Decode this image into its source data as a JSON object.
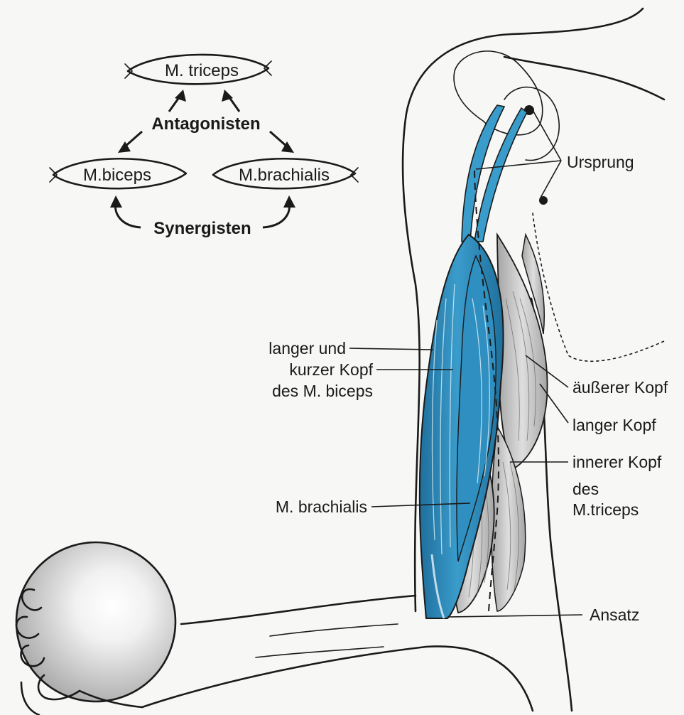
{
  "diagram": {
    "muscles": {
      "triceps": "M. triceps",
      "biceps": "M.biceps",
      "brachialis": "M.brachialis"
    },
    "relations": {
      "antagonists": "Antagonisten",
      "synergists": "Synergisten"
    }
  },
  "labels": {
    "origin": "Ursprung",
    "biceps_heads": [
      "langer und",
      "kurzer Kopf",
      "des M. biceps"
    ],
    "brachialis": "M. brachialis",
    "outer_head": "äußerer Kopf",
    "long_head": "langer Kopf",
    "inner_head": "innerer Kopf",
    "triceps_of": [
      "des",
      "M.triceps"
    ],
    "insertion": "Ansatz"
  },
  "colors": {
    "biceps_blue": "#2e8fc0",
    "triceps_grey": "#c9c9c9",
    "line": "#1a1a1a"
  }
}
